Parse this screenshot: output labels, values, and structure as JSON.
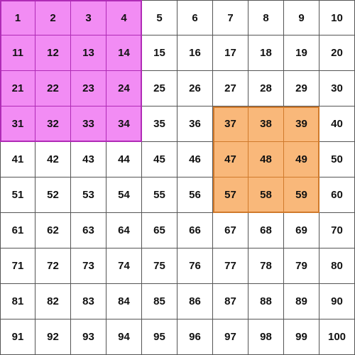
{
  "grid": {
    "rows": 10,
    "cols": 10,
    "numbers": [
      1,
      2,
      3,
      4,
      5,
      6,
      7,
      8,
      9,
      10,
      11,
      12,
      13,
      14,
      15,
      16,
      17,
      18,
      19,
      20,
      21,
      22,
      23,
      24,
      25,
      26,
      27,
      28,
      29,
      30,
      31,
      32,
      33,
      34,
      35,
      36,
      37,
      38,
      39,
      40,
      41,
      42,
      43,
      44,
      45,
      46,
      47,
      48,
      49,
      50,
      51,
      52,
      53,
      54,
      55,
      56,
      57,
      58,
      59,
      60,
      61,
      62,
      63,
      64,
      65,
      66,
      67,
      68,
      69,
      70,
      71,
      72,
      73,
      74,
      75,
      76,
      77,
      78,
      79,
      80,
      81,
      82,
      83,
      84,
      85,
      86,
      87,
      88,
      89,
      90,
      91,
      92,
      93,
      94,
      95,
      96,
      97,
      98,
      99,
      100
    ]
  },
  "highlights": [
    {
      "fill": "#f28cf4",
      "border": "#b02bb6",
      "cells": [
        1,
        2,
        3,
        4,
        11,
        12,
        13,
        14,
        21,
        22,
        23,
        24,
        31,
        32,
        33,
        34
      ]
    },
    {
      "fill": "#f9b87a",
      "border": "#d07a2c",
      "cells": [
        37,
        38,
        39,
        47,
        48,
        49,
        57,
        58,
        59
      ]
    }
  ]
}
